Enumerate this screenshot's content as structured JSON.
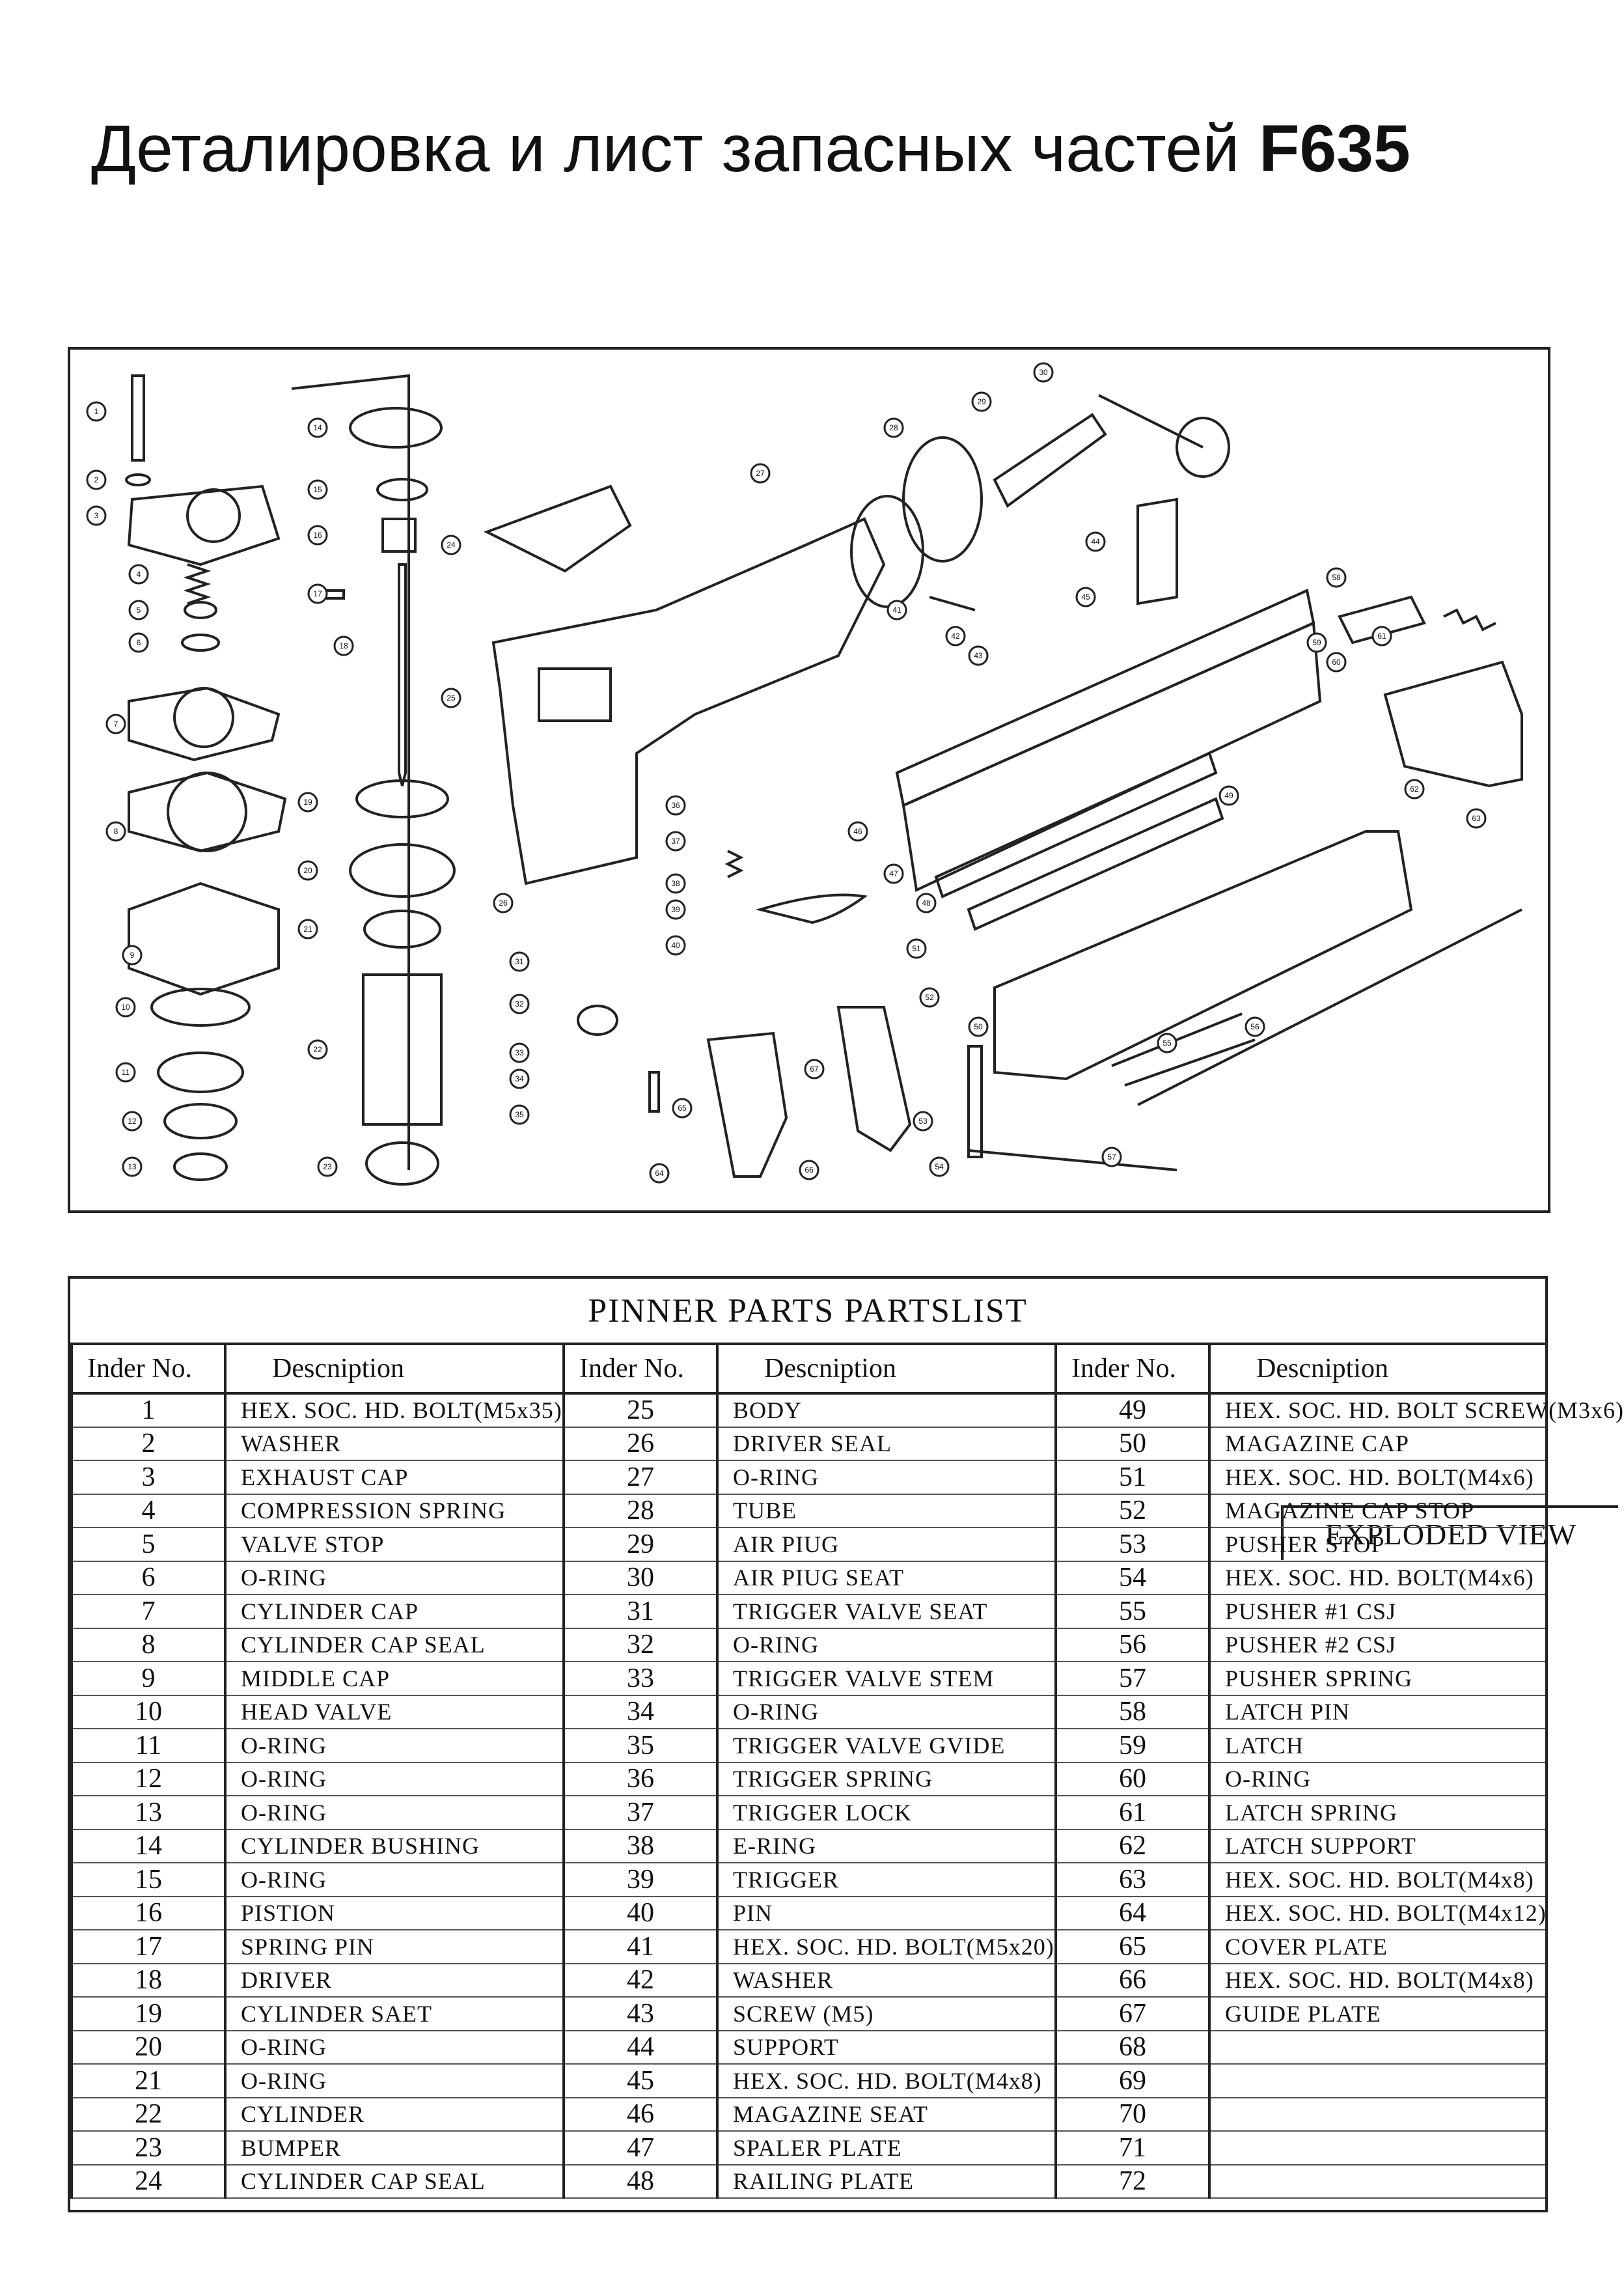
{
  "title": "Деталировка и лист запасных частей",
  "model": "F635",
  "exploded_view_label": "EXPLODED VIEW",
  "partslist": {
    "title": "PINNER PARTS PARTSLIST",
    "headers": [
      "Inder No.",
      "Descniption",
      "Inder No.",
      "Descniption",
      "Inder No.",
      "Descniption"
    ],
    "rows": [
      [
        "1",
        "HEX. SOC. HD. BOLT(M5x35)",
        "25",
        "BODY",
        "49",
        "HEX. SOC. HD. BOLT SCREW(M3x6)"
      ],
      [
        "2",
        "WASHER",
        "26",
        "DRIVER SEAL",
        "50",
        "MAGAZINE CAP"
      ],
      [
        "3",
        "EXHAUST CAP",
        "27",
        "O-RING",
        "51",
        "HEX. SOC. HD. BOLT(M4x6)"
      ],
      [
        "4",
        "COMPRESSION SPRING",
        "28",
        "TUBE",
        "52",
        "MAGAZINE CAP STOP"
      ],
      [
        "5",
        "VALVE STOP",
        "29",
        "AIR PIUG",
        "53",
        "PUSHER STOP"
      ],
      [
        "6",
        "O-RING",
        "30",
        "AIR PIUG SEAT",
        "54",
        "HEX. SOC. HD. BOLT(M4x6)"
      ],
      [
        "7",
        "CYLINDER CAP",
        "31",
        "TRIGGER VALVE SEAT",
        "55",
        "PUSHER #1 CSJ"
      ],
      [
        "8",
        "CYLINDER CAP SEAL",
        "32",
        "O-RING",
        "56",
        "PUSHER #2 CSJ"
      ],
      [
        "9",
        "MIDDLE CAP",
        "33",
        "TRIGGER VALVE STEM",
        "57",
        "PUSHER SPRING"
      ],
      [
        "10",
        "HEAD VALVE",
        "34",
        "O-RING",
        "58",
        "LATCH PIN"
      ],
      [
        "11",
        "O-RING",
        "35",
        "TRIGGER VALVE GVIDE",
        "59",
        "LATCH"
      ],
      [
        "12",
        "O-RING",
        "36",
        "TRIGGER SPRING",
        "60",
        "O-RING"
      ],
      [
        "13",
        "O-RING",
        "37",
        "TRIGGER LOCK",
        "61",
        "LATCH SPRING"
      ],
      [
        "14",
        "CYLINDER BUSHING",
        "38",
        "E-RING",
        "62",
        "LATCH SUPPORT"
      ],
      [
        "15",
        "O-RING",
        "39",
        "TRIGGER",
        "63",
        "HEX. SOC. HD. BOLT(M4x8)"
      ],
      [
        "16",
        "PISTION",
        "40",
        "PIN",
        "64",
        "HEX. SOC. HD. BOLT(M4x12)"
      ],
      [
        "17",
        "SPRING PIN",
        "41",
        "HEX. SOC. HD. BOLT(M5x20)",
        "65",
        "COVER PLATE"
      ],
      [
        "18",
        "DRIVER",
        "42",
        "WASHER",
        "66",
        "HEX. SOC. HD. BOLT(M4x8)"
      ],
      [
        "19",
        "CYLINDER SAET",
        "43",
        "SCREW (M5)",
        "67",
        "GUIDE PLATE"
      ],
      [
        "20",
        "O-RING",
        "44",
        "SUPPORT",
        "68",
        ""
      ],
      [
        "21",
        "O-RING",
        "45",
        "HEX. SOC. HD. BOLT(M4x8)",
        "69",
        ""
      ],
      [
        "22",
        "CYLINDER",
        "46",
        "MAGAZINE SEAT",
        "70",
        ""
      ],
      [
        "23",
        "BUMPER",
        "47",
        "SPALER PLATE",
        "71",
        ""
      ],
      [
        "24",
        "CYLINDER CAP SEAL",
        "48",
        "RAILING PLATE",
        "72",
        ""
      ]
    ]
  },
  "callouts": [
    "1",
    "2",
    "3",
    "4",
    "5",
    "6",
    "7",
    "8",
    "9",
    "10",
    "11",
    "12",
    "13",
    "14",
    "15",
    "16",
    "17",
    "18",
    "19",
    "20",
    "21",
    "22",
    "23",
    "24",
    "25",
    "26",
    "27",
    "28",
    "29",
    "30",
    "31",
    "32",
    "33",
    "34",
    "35",
    "36",
    "37",
    "38",
    "39",
    "40",
    "41",
    "42",
    "43",
    "44",
    "45",
    "46",
    "47",
    "48",
    "49",
    "50",
    "51",
    "52",
    "53",
    "54",
    "55",
    "56",
    "57",
    "58",
    "59",
    "60",
    "61",
    "62",
    "63",
    "64",
    "65",
    "66",
    "67"
  ]
}
